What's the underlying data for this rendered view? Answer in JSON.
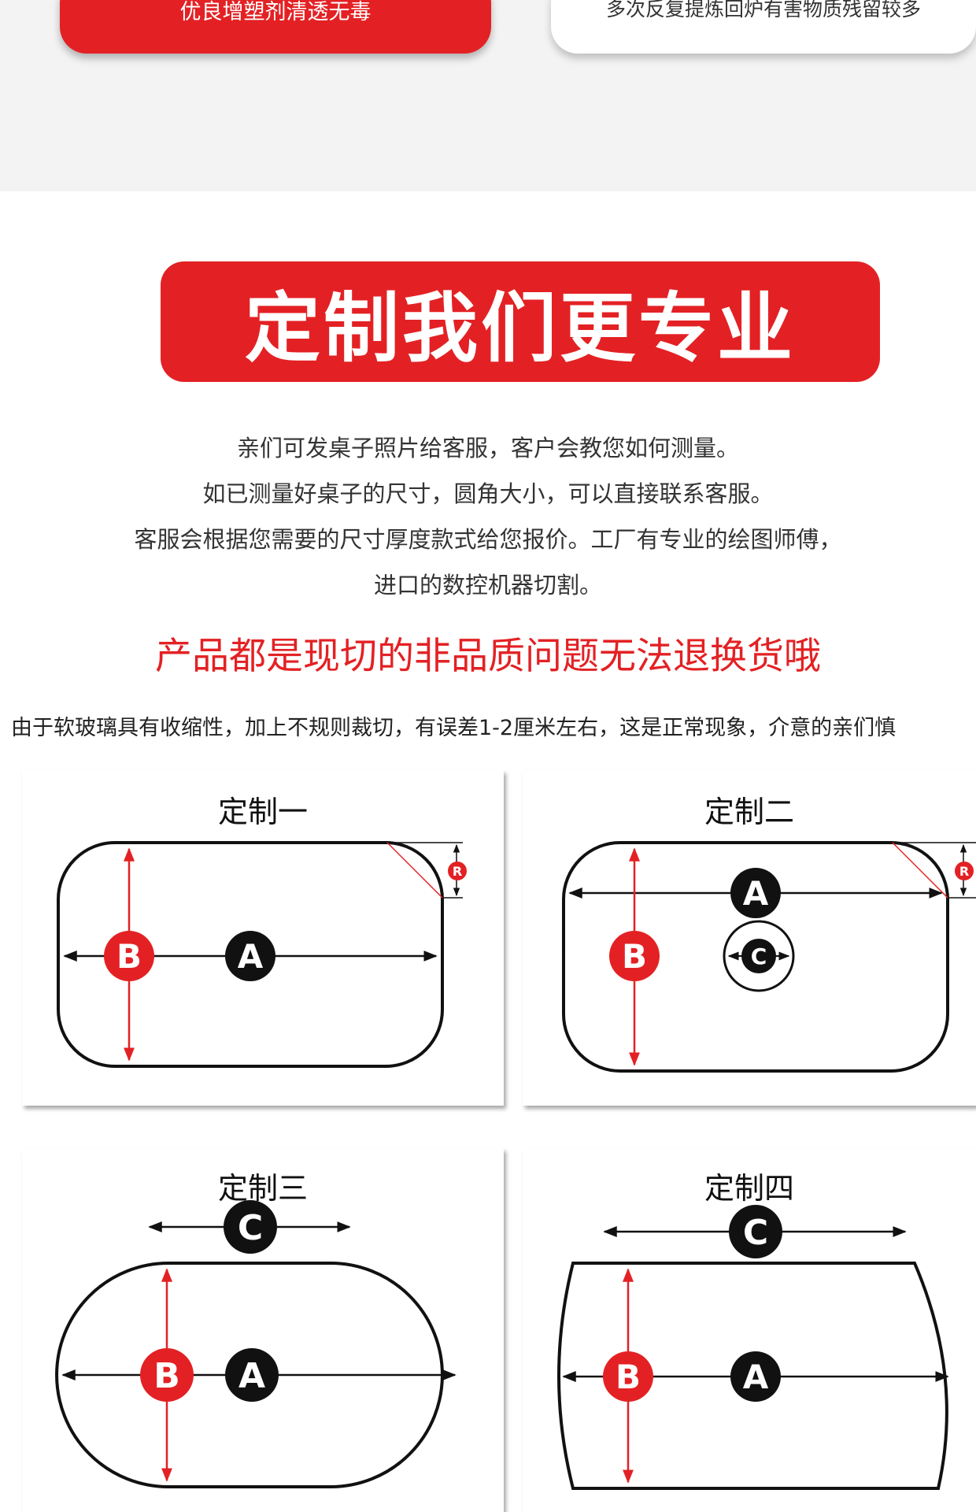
{
  "top_banner": {
    "red_pill_text": "优良增塑剂清透无毒",
    "white_pill_text": "多次反复提炼回炉有害物质残留较多"
  },
  "section_heading": "定制我们更专业",
  "intro_lines": [
    "亲们可发桌子照片给客服，客户会教您如何测量。",
    "如已测量好桌子的尺寸，圆角大小，可以直接联系客服。",
    "客服会根据您需要的尺寸厚度款式给您报价。工厂有专业的绘图师傅，",
    "进口的数控机器切割。"
  ],
  "notice": "产品都是现切的非品质问题无法退换货哦",
  "disclaimer": "由于软玻璃具有收缩性，加上不规则裁切，有误差1-2厘米左右，这是正常现象，介意的亲们慎",
  "diagrams": [
    {
      "title": "定制一",
      "labels": {
        "a": "A",
        "b": "B",
        "r": "R"
      }
    },
    {
      "title": "定制二",
      "labels": {
        "a": "A",
        "b": "B",
        "c": "C",
        "r": "R"
      }
    },
    {
      "title": "定制三",
      "labels": {
        "a": "A",
        "b": "B",
        "c": "C"
      }
    },
    {
      "title": "定制四",
      "labels": {
        "a": "A",
        "b": "B",
        "c": "C"
      }
    }
  ],
  "colors": {
    "brand_red": "#e32124",
    "top_band": "#f3f3f3",
    "marker_black": "#111111"
  }
}
